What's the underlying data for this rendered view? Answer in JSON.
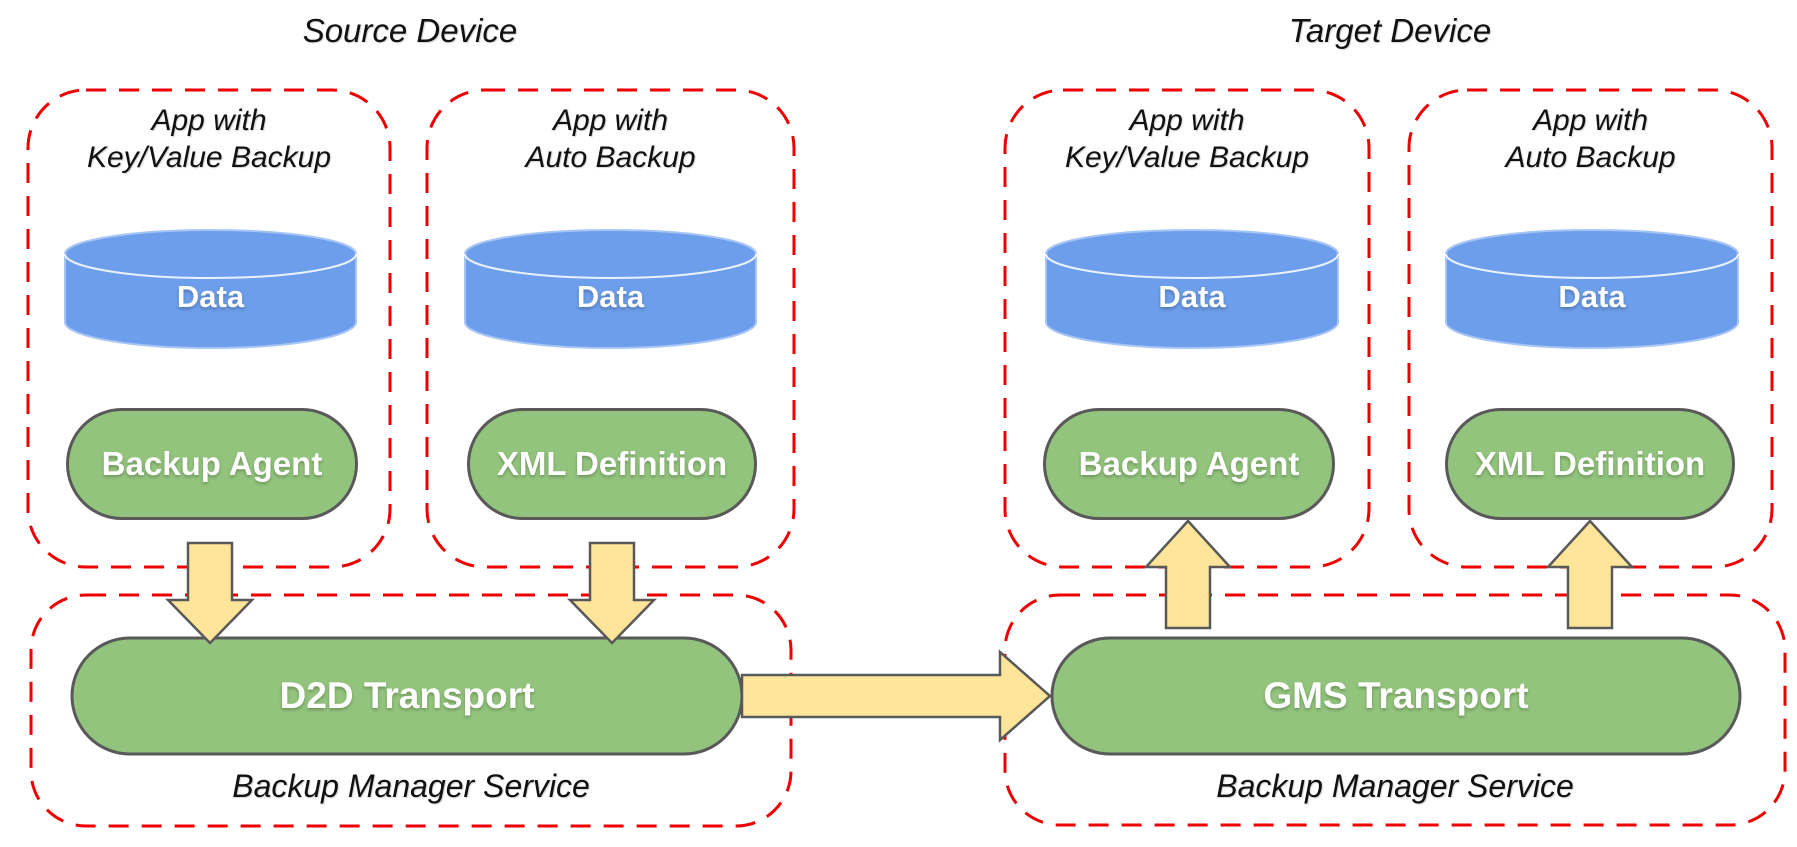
{
  "colors": {
    "red": "#ee0000",
    "green": "#93c47d",
    "blue": "#6d9eeb",
    "yellow": "#ffe599",
    "gray": "#595959"
  },
  "source": {
    "title": "Source Device",
    "apps": [
      {
        "lines": [
          "App with",
          "Key/Value Backup"
        ],
        "data": "Data",
        "component": "Backup Agent"
      },
      {
        "lines": [
          "App with",
          "Auto Backup"
        ],
        "data": "Data",
        "component": "XML Definition"
      }
    ],
    "service": {
      "transport": "D2D Transport",
      "label": "Backup Manager Service"
    }
  },
  "target": {
    "title": "Target Device",
    "apps": [
      {
        "lines": [
          "App with",
          "Key/Value Backup"
        ],
        "data": "Data",
        "component": "Backup Agent"
      },
      {
        "lines": [
          "App with",
          "Auto Backup"
        ],
        "data": "Data",
        "component": "XML Definition"
      }
    ],
    "service": {
      "transport": "GMS Transport",
      "label": "Backup Manager Service"
    }
  }
}
